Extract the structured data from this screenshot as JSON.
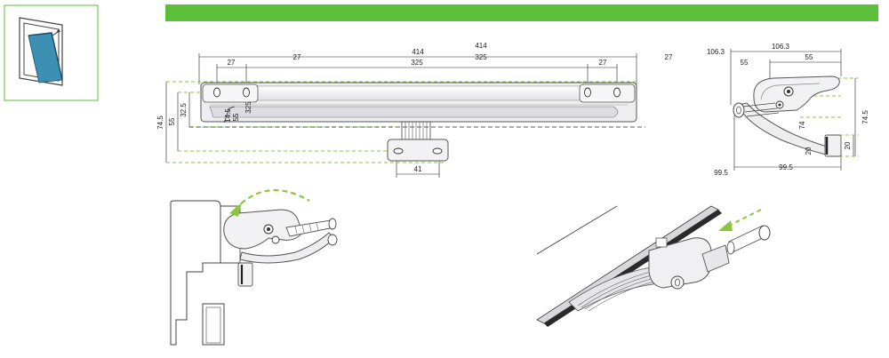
{
  "colors": {
    "accent": "#5bbf3a",
    "green_dash": "#8cc63f",
    "ink": "#222222",
    "part_fill": "#f0f0f2",
    "part_stroke": "#555555"
  },
  "icons": {
    "window_type": "tilt-window-icon"
  },
  "front_view": {
    "dim_total_a": "414",
    "dim_total_b": "414",
    "dim_left_a": "27",
    "dim_left_b": "27",
    "dim_center_a": "325",
    "dim_center_b": "325",
    "dim_right_a": "27",
    "dim_right_b": "27",
    "dim_height_total": "74.5",
    "dim_height_mid": "55",
    "dim_height_small": "32.5",
    "dim_inner_a": "14.5",
    "dim_inner_b": "55",
    "dim_inner_c": "325",
    "dim_bracket": "41"
  },
  "side_view": {
    "dim_width_a": "106.3",
    "dim_width_b": "106.3",
    "dim_mid_a": "55",
    "dim_mid_b": "55",
    "dim_height": "74.5",
    "dim_inner": "74",
    "dim_small_a": "20",
    "dim_small_b": "20",
    "dim_bottom_a": "99.5",
    "dim_bottom_b": "99.5"
  }
}
